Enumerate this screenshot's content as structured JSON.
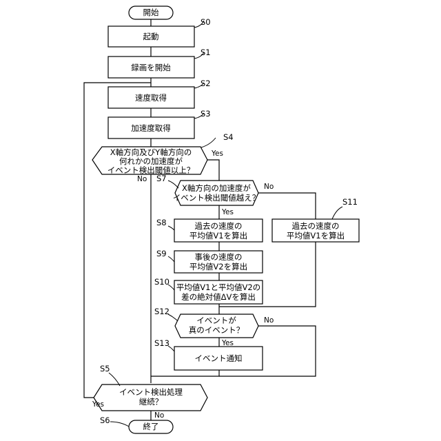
{
  "nodes": {
    "start": {
      "lines": [
        "開始"
      ]
    },
    "s0": {
      "step": "S0",
      "lines": [
        "起動"
      ]
    },
    "s1": {
      "step": "S1",
      "lines": [
        "録画を開始"
      ]
    },
    "s2": {
      "step": "S2",
      "lines": [
        "速度取得"
      ]
    },
    "s3": {
      "step": "S3",
      "lines": [
        "加速度取得"
      ]
    },
    "s4": {
      "step": "S4",
      "lines": [
        "X軸方向及びY軸方向の",
        "何れかの加速度が",
        "イベント検出閾値以上？"
      ]
    },
    "s7": {
      "step": "S7",
      "lines": [
        "X軸方向の加速度が",
        "イベント検出閾値越え？"
      ]
    },
    "s8": {
      "step": "S8",
      "lines": [
        "過去の速度の",
        "平均値V1を算出"
      ]
    },
    "s9": {
      "step": "S9",
      "lines": [
        "事後の速度の",
        "平均値V2を算出"
      ]
    },
    "s10": {
      "step": "S10",
      "lines": [
        "平均値V1と平均値V2の",
        "差の絶対値ΔVを算出"
      ]
    },
    "s11": {
      "step": "S11",
      "lines": [
        "過去の速度の",
        "平均値V1を算出"
      ]
    },
    "s12": {
      "step": "S12",
      "lines": [
        "イベントが",
        "真のイベント？"
      ]
    },
    "s13": {
      "step": "S13",
      "lines": [
        "イベント通知"
      ]
    },
    "s5": {
      "step": "S5",
      "lines": [
        "イベント検出処理",
        "継続？"
      ]
    },
    "end": {
      "step": "S6",
      "lines": [
        "終了"
      ]
    }
  },
  "branches": {
    "s4_yes": "Yes",
    "s4_no": "No",
    "s7_yes": "Yes",
    "s7_no": "No",
    "s12_yes": "Yes",
    "s12_no": "No",
    "s5_yes": "Yes",
    "s5_no": "No"
  }
}
